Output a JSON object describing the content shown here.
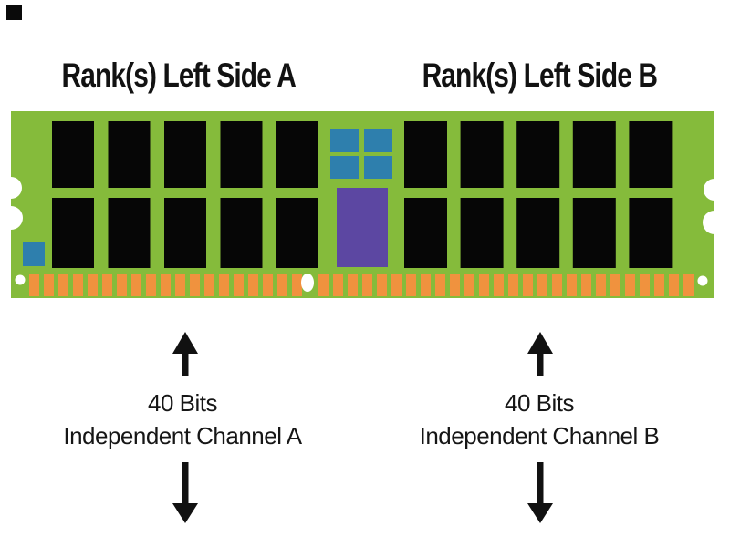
{
  "diagram": {
    "title_left": "Rank(s) Left Side A",
    "title_right": "Rank(s) Left Side B",
    "channel_left": {
      "bits": "40 Bits",
      "name": "Independent Channel A"
    },
    "channel_right": {
      "bits": "40 Bits",
      "name": "Independent Channel B"
    },
    "module": {
      "chip_groups": 2,
      "chip_rows_per_group": 2,
      "chips_per_row": 5,
      "buffer_chips": 4,
      "register_chips": 1,
      "spd_chips": 1,
      "mounting_holes": 3,
      "edge_notches_per_side": 2,
      "colors": {
        "pcb_green": "#85BB3B",
        "chip_black": "#060606",
        "buffer_blue": "#2E7FAD",
        "register_purple": "#5C47A2",
        "pin_orange": "#F0923E",
        "hole_white": "#FFFFFF"
      }
    },
    "arrow_color": "#111111",
    "corner_mark_color": "#0A0A0A",
    "text_color": "#121212"
  }
}
